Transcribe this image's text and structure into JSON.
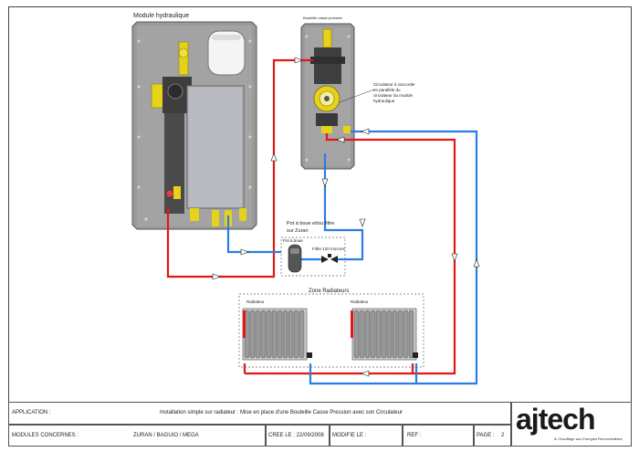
{
  "labels": {
    "module_title": "Module hydraulique",
    "bottle_title": "Bouteille casse pression",
    "circulator_note_1": "Circulateur à raccorder",
    "circulator_note_2": "en parallèle du",
    "circulator_note_3": "circulateur du module",
    "circulator_note_4": "hydraulique",
    "pot_filter_title_1": "Pot à boue et/ou filtre",
    "pot_filter_title_2": "sur Zuran",
    "pot_label": "Pot à boue",
    "filter_label": "Filtre 120 microns",
    "zone_title": "Zone Radiateurs",
    "radiator_left": "Radiateur",
    "radiator_right": "Radiateur"
  },
  "titleblock": {
    "application_label": "APPLICATION :",
    "application_value": "Installation simple sur radiateur : Mise en place d'une Bouteille Casse Pression avec son Circulateur",
    "modules_label": "MODULES CONCERNES :",
    "modules_value": "ZURAN / BAGUIO / MEGA",
    "created_label": "CREE LE : 22/09/2008",
    "modified_label": "MODIFIE LE :",
    "ref_label": "REF :",
    "page_label": "PAGE :",
    "page_value": "2"
  },
  "logo": {
    "text": "ajtech",
    "tagline": "le Chauffage aux Energies Renouvelables"
  },
  "colors": {
    "hot_pipe": "#e01818",
    "cold_pipe": "#2a7de1",
    "panel": "#909090",
    "valve": "#e6d21a"
  }
}
